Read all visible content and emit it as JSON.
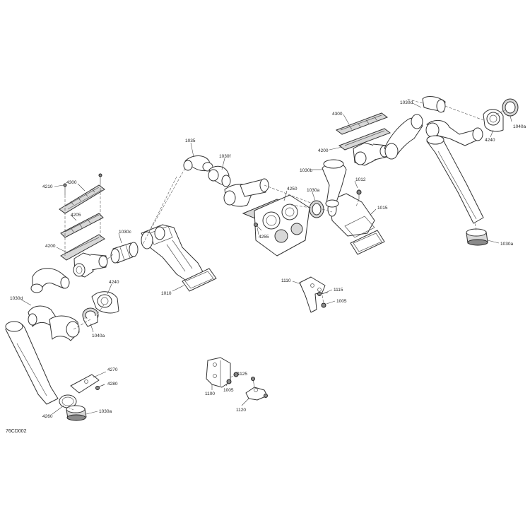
{
  "reference_code": "76CD002",
  "labels": {
    "l4210": "4210",
    "l4300_left": "4300",
    "l4205": "4205",
    "l4200_left": "4200",
    "l1030c": "1030c",
    "l1035": "1035",
    "l1030f": "1030f",
    "l1010": "1010",
    "l4240_left": "4240",
    "l1030d_left": "1030d",
    "l1040a_left": "1040a",
    "l4270": "4270",
    "l4280": "4280",
    "l4260": "4260",
    "l1030a_left": "1030a",
    "l4250": "4250",
    "l4255": "4255",
    "l1030a_mid": "1030a",
    "l1012": "1012",
    "l1015": "1015",
    "l1030b": "1030b",
    "l4300_right": "4300",
    "l4200_right": "4200",
    "l1030d_right": "1030d",
    "l4240_right": "4240",
    "l1040a_right": "1040a",
    "l1030a_right": "1030a",
    "l1110": "1110",
    "l1115": "1115",
    "l1005_right": "1005",
    "l1100": "1100",
    "l1005_bottom": "1005",
    "l1125": "1125",
    "l1120": "1120"
  }
}
